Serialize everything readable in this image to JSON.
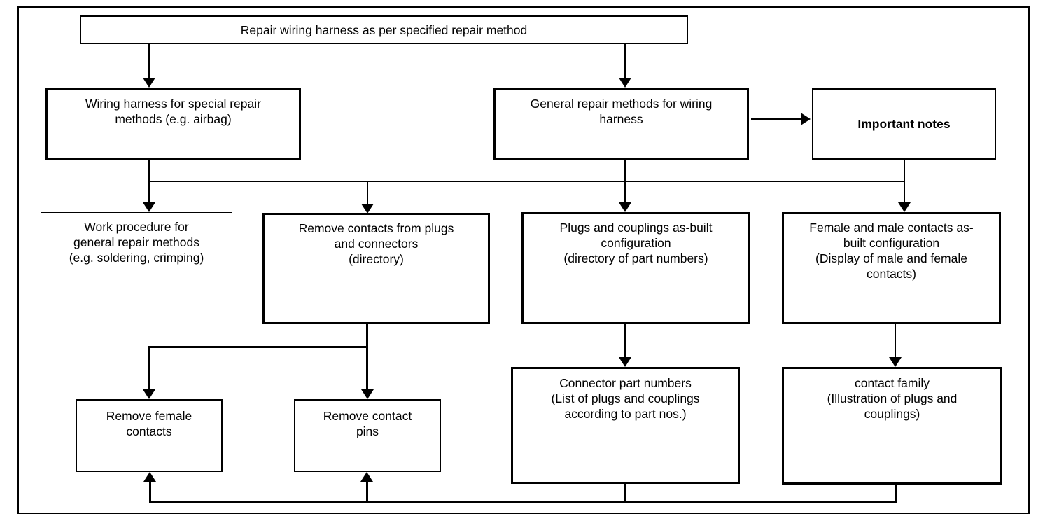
{
  "diagram": {
    "type": "flowchart",
    "background_color": "#ffffff",
    "line_color": "#000000",
    "nodes": {
      "repair_method": {
        "label": "Repair wiring harness as per specified repair method",
        "emphasis": "normal"
      },
      "special_repair": {
        "label": "Wiring harness for special repair\nmethods (e.g. airbag)",
        "emphasis": "normal"
      },
      "general_repair": {
        "label": "General repair methods for wiring\nharness",
        "emphasis": "normal"
      },
      "important_notes": {
        "label": "Important notes",
        "emphasis": "bold"
      },
      "work_procedure": {
        "label": "Work procedure for\ngeneral repair methods\n(e.g. soldering, crimping)",
        "emphasis": "normal"
      },
      "remove_contacts": {
        "label": "Remove contacts from plugs\nand connectors\n(directory)",
        "emphasis": "normal"
      },
      "plugs_couplings": {
        "label": "Plugs and couplings as-built\nconfiguration\n(directory of part numbers)",
        "emphasis": "normal"
      },
      "female_male_contacts": {
        "label": "Female and male contacts as-\nbuilt configuration\n(Display of male and female\ncontacts)",
        "emphasis": "normal"
      },
      "remove_female_contacts": {
        "label": "Remove female\ncontacts",
        "emphasis": "normal"
      },
      "remove_contact_pins": {
        "label": "Remove contact\npins",
        "emphasis": "normal"
      },
      "connector_part_numbers": {
        "label": "Connector part numbers\n(List of plugs and couplings\naccording to part nos.)",
        "emphasis": "normal"
      },
      "contact_family": {
        "label": "contact family\n(Illustration of plugs and\ncouplings)",
        "emphasis": "normal"
      }
    },
    "edges": [
      {
        "from": "repair_method",
        "to": "special_repair"
      },
      {
        "from": "repair_method",
        "to": "general_repair"
      },
      {
        "from": "general_repair",
        "to": "important_notes"
      },
      {
        "from": "special_repair, general_repair, important_notes",
        "to": "work_procedure, remove_contacts, plugs_couplings, female_male_contacts",
        "via": "shared horizontal rail"
      },
      {
        "from": "remove_contacts",
        "to": "remove_female_contacts"
      },
      {
        "from": "remove_contacts",
        "to": "remove_contact_pins"
      },
      {
        "from": "plugs_couplings",
        "to": "connector_part_numbers"
      },
      {
        "from": "female_male_contacts",
        "to": "contact_family"
      },
      {
        "from": "connector_part_numbers, contact_family",
        "to": "remove_female_contacts, remove_contact_pins",
        "via": "bottom feedback rail"
      }
    ]
  }
}
